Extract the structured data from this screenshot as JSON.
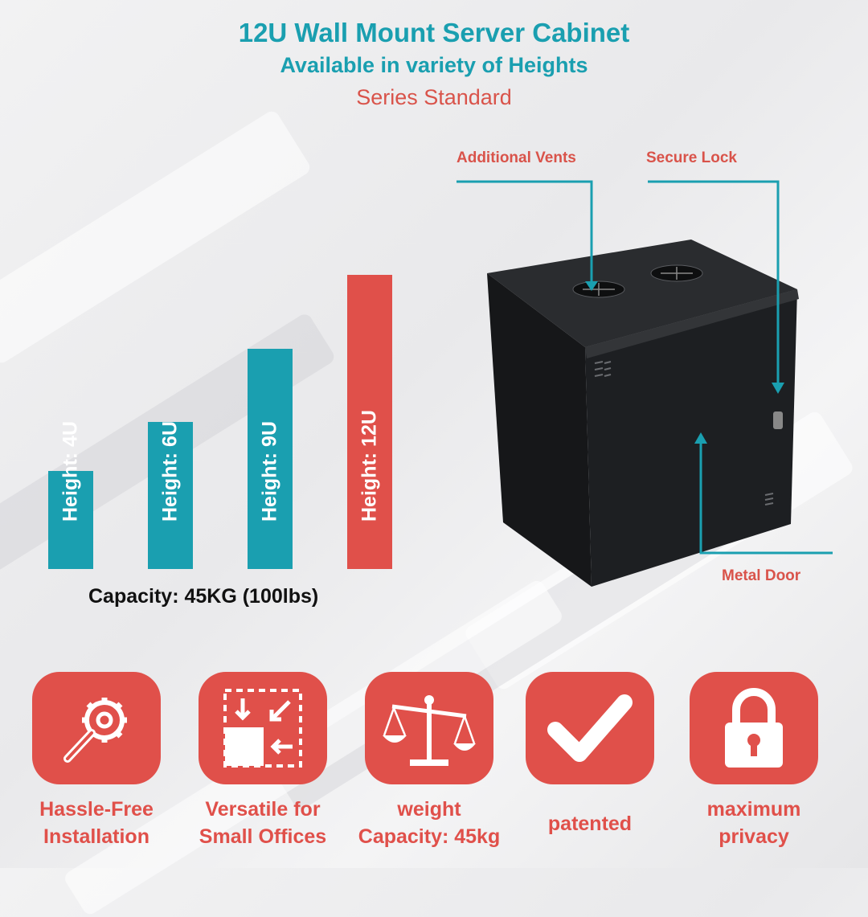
{
  "header": {
    "title": "12U Wall Mount Server Cabinet",
    "subtitle": "Available in variety of Heights",
    "series": "Series Standard"
  },
  "colors": {
    "teal": "#1a9fb0",
    "red": "#e0504a",
    "cabinet": "#1b1d1f"
  },
  "chart_data": {
    "type": "bar",
    "categories": [
      "Height: 4U",
      "Height: 6U",
      "Height: 9U",
      "Height: 12U"
    ],
    "values": [
      4,
      6,
      9,
      12
    ],
    "highlight_index": 3,
    "title": "",
    "xlabel": "",
    "ylabel": ""
  },
  "capacity": "Capacity: 45KG (100lbs)",
  "callouts": {
    "vents": "Additional Vents",
    "lock": "Secure Lock",
    "door": "Metal Door"
  },
  "features": [
    {
      "icon": "gear-wrench-icon",
      "line1": "Hassle-Free",
      "line2": "Installation"
    },
    {
      "icon": "resize-arrows-icon",
      "line1": "Versatile for",
      "line2": "Small Offices"
    },
    {
      "icon": "balance-scale-icon",
      "line1": "weight",
      "line2": "Capacity: 45kg"
    },
    {
      "icon": "checkmark-icon",
      "line1": "patented",
      "line2": ""
    },
    {
      "icon": "padlock-icon",
      "line1": "maximum",
      "line2": "privacy"
    }
  ]
}
